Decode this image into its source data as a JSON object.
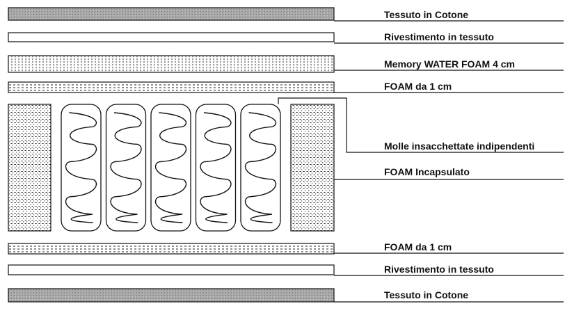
{
  "diagram": {
    "labels": {
      "top_fabric": "Tessuto in Cotone",
      "top_cover": "Rivestimento in tessuto",
      "memory_foam": "Memory WATER FOAM 4 cm",
      "top_foam": "FOAM da 1 cm",
      "springs": "Molle insacchettate indipendenti",
      "encased_foam": "FOAM Incapsulato",
      "bottom_foam": "FOAM da 1 cm",
      "bottom_cover": "Rivestimento in tessuto",
      "bottom_fabric": "Tessuto in Cotone"
    },
    "spring_count": 5,
    "colors": {
      "stroke": "#111111",
      "fabric_fill": "#a9a9a9",
      "background": "#ffffff"
    }
  }
}
